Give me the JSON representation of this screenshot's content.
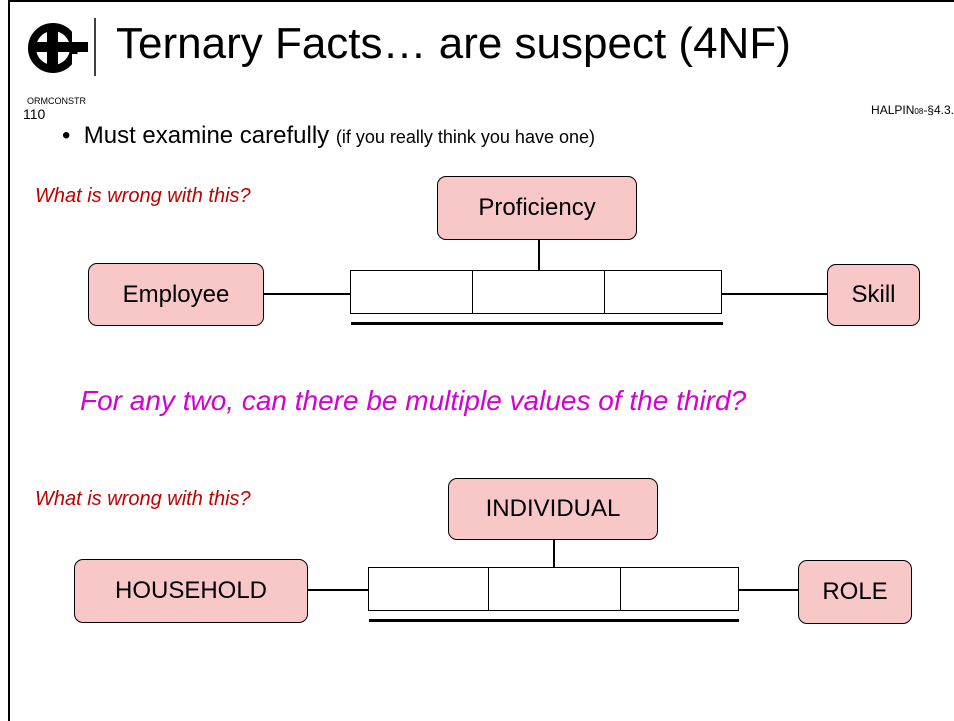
{
  "slide": {
    "title": "Ternary Facts… are suspect (4NF)",
    "logo_label": "ORMCONSTR",
    "slide_number": "110",
    "reference_main": "HALPIN",
    "reference_small": "08",
    "reference_tail": "-§4.3.",
    "bullet_main": "Must examine carefully",
    "bullet_paren": "(if you really think you have one)",
    "question_1": "What is wrong with this?",
    "question_2": "What is wrong with this?",
    "prompt": "For any two, can there be multiple values of the third?"
  },
  "diagram_1": {
    "left_entity": "Employee",
    "top_entity": "Proficiency",
    "right_entity": "Skill"
  },
  "diagram_2": {
    "left_entity": "HOUSEHOLD",
    "top_entity": "INDIVIDUAL",
    "right_entity": "ROLE"
  },
  "colors": {
    "entity_fill": "#f8c8c8",
    "question_text": "#c00000",
    "prompt_text": "#d400d4"
  }
}
